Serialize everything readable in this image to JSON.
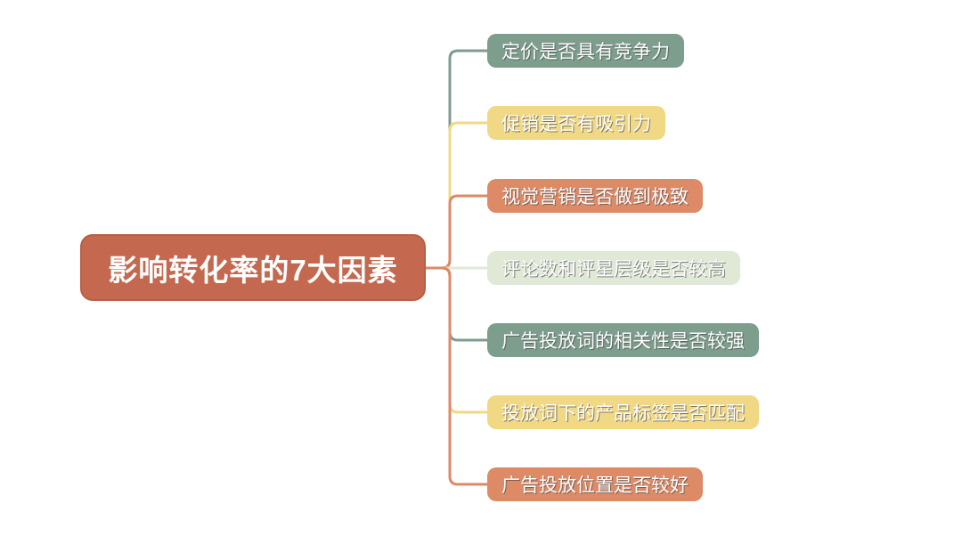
{
  "diagram": {
    "title": "影响转化率的7大因素",
    "colors": {
      "root_fill": "#c4694f",
      "root_border": "#b85f46",
      "teal": "#7d9d8d",
      "yellow": "#f0d884",
      "salmon": "#dd8a67",
      "pale_green": "#dfe9d6",
      "text": "#ffffff"
    },
    "root": {
      "label": "影响转化率的7大因素"
    },
    "branches": [
      {
        "label": "定价是否具有竞争力",
        "color_key": "teal"
      },
      {
        "label": "促销是否有吸引力",
        "color_key": "yellow"
      },
      {
        "label": "视觉营销是否做到极致",
        "color_key": "salmon"
      },
      {
        "label": "评论数和评星层级是否较高",
        "color_key": "pale_green"
      },
      {
        "label": "广告投放词的相关性是否较强",
        "color_key": "teal"
      },
      {
        "label": "投放词下的产品标签是否匹配",
        "color_key": "yellow"
      },
      {
        "label": "广告投放位置是否较好",
        "color_key": "salmon"
      }
    ]
  }
}
